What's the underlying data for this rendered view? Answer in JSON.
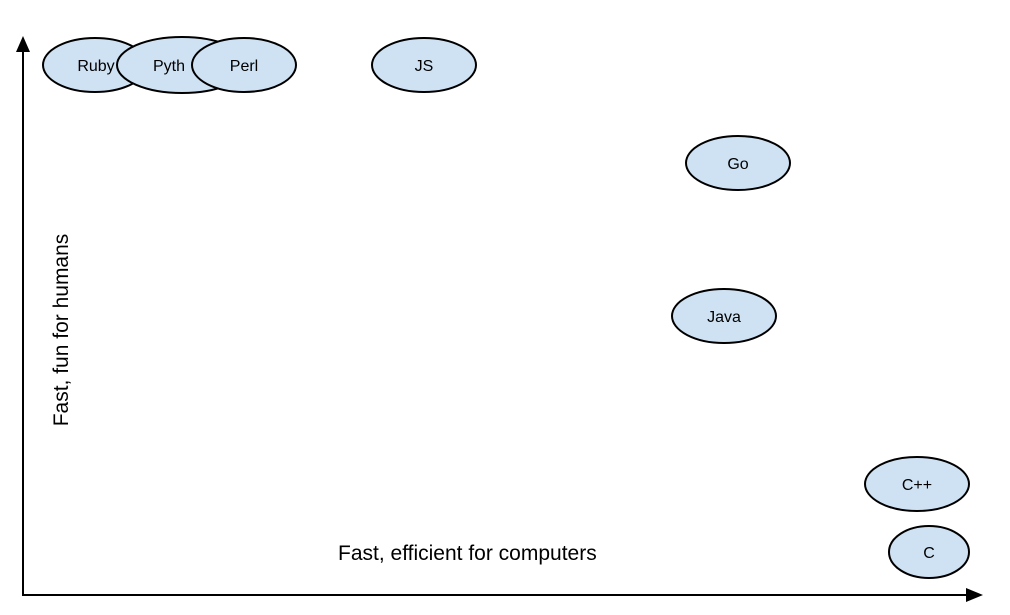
{
  "diagram": {
    "x_axis_label": "Fast, efficient for computers",
    "y_axis_label": "Fast, fun for humans",
    "bubble_fill": "#cfe2f3",
    "bubble_stroke": "#000000",
    "languages": [
      {
        "id": "ruby",
        "label": "Ruby"
      },
      {
        "id": "python",
        "label": "Pyth"
      },
      {
        "id": "perl",
        "label": "Perl"
      },
      {
        "id": "js",
        "label": "JS"
      },
      {
        "id": "go",
        "label": "Go"
      },
      {
        "id": "java",
        "label": "Java"
      },
      {
        "id": "cpp",
        "label": "C++"
      },
      {
        "id": "c",
        "label": "C"
      }
    ]
  }
}
